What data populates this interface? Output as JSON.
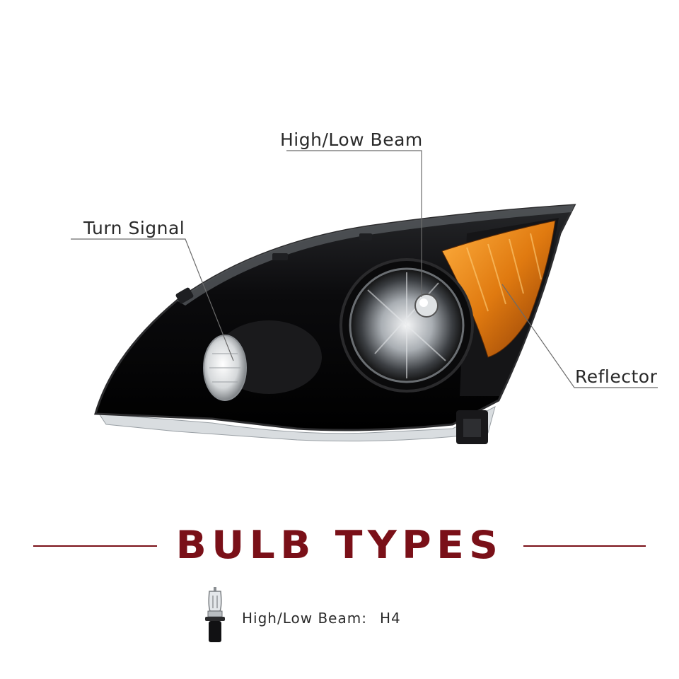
{
  "callouts": {
    "high_low_beam": "High/Low Beam",
    "turn_signal": "Turn Signal",
    "reflector": "Reflector"
  },
  "section_title": "BULB TYPES",
  "bulb_types": [
    {
      "label": "High/Low Beam:",
      "value": "H4"
    }
  ],
  "colors": {
    "accent": "#7a1018",
    "housing": "#0b0b0d",
    "amber": "#e07a10",
    "chrome": "#c9cdd1",
    "leader_line": "#6b6b6b"
  },
  "icons": [
    "headlight-illustration",
    "h4-bulb-icon"
  ]
}
